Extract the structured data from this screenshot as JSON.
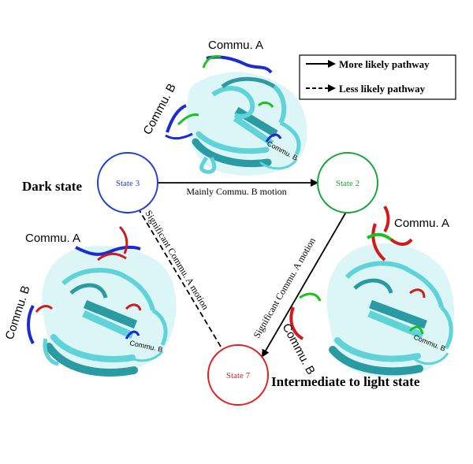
{
  "legend": {
    "solid_label": "More likely pathway",
    "dashed_label": "Less likely pathway"
  },
  "states": {
    "s3": {
      "label": "State 3",
      "color": "#1f3fd6"
    },
    "s2": {
      "label": "State 2",
      "color": "#1aa33a"
    },
    "s7": {
      "label": "State 7",
      "color": "#e02020"
    }
  },
  "annotations": {
    "dark_state": "Dark state",
    "intermediate": "Intermediate to light state"
  },
  "edges": {
    "s3_s2": "Mainly Commu. B motion",
    "s3_s7": "Significant Commu. A motion",
    "s2_s7": "Significant Commu. A motion"
  },
  "structures": {
    "top": {
      "commu_a": "Commu. A",
      "commu_b": "Commu. B",
      "commu_b_small": "Commu. B"
    },
    "left": {
      "commu_a": "Commu. A",
      "commu_b": "Commu. B",
      "commu_b_small": "Commu. B"
    },
    "right": {
      "commu_a": "Commu. A",
      "commu_b": "Commu. B",
      "commu_b_small": "Commu. B"
    }
  },
  "colors": {
    "protein": "#5fd3d8",
    "protein_dark": "#2a9aa3",
    "blue_loop": "#1a2bd0",
    "green_loop": "#19c21f",
    "red_loop": "#d21a1a",
    "arrow": "#000000"
  }
}
